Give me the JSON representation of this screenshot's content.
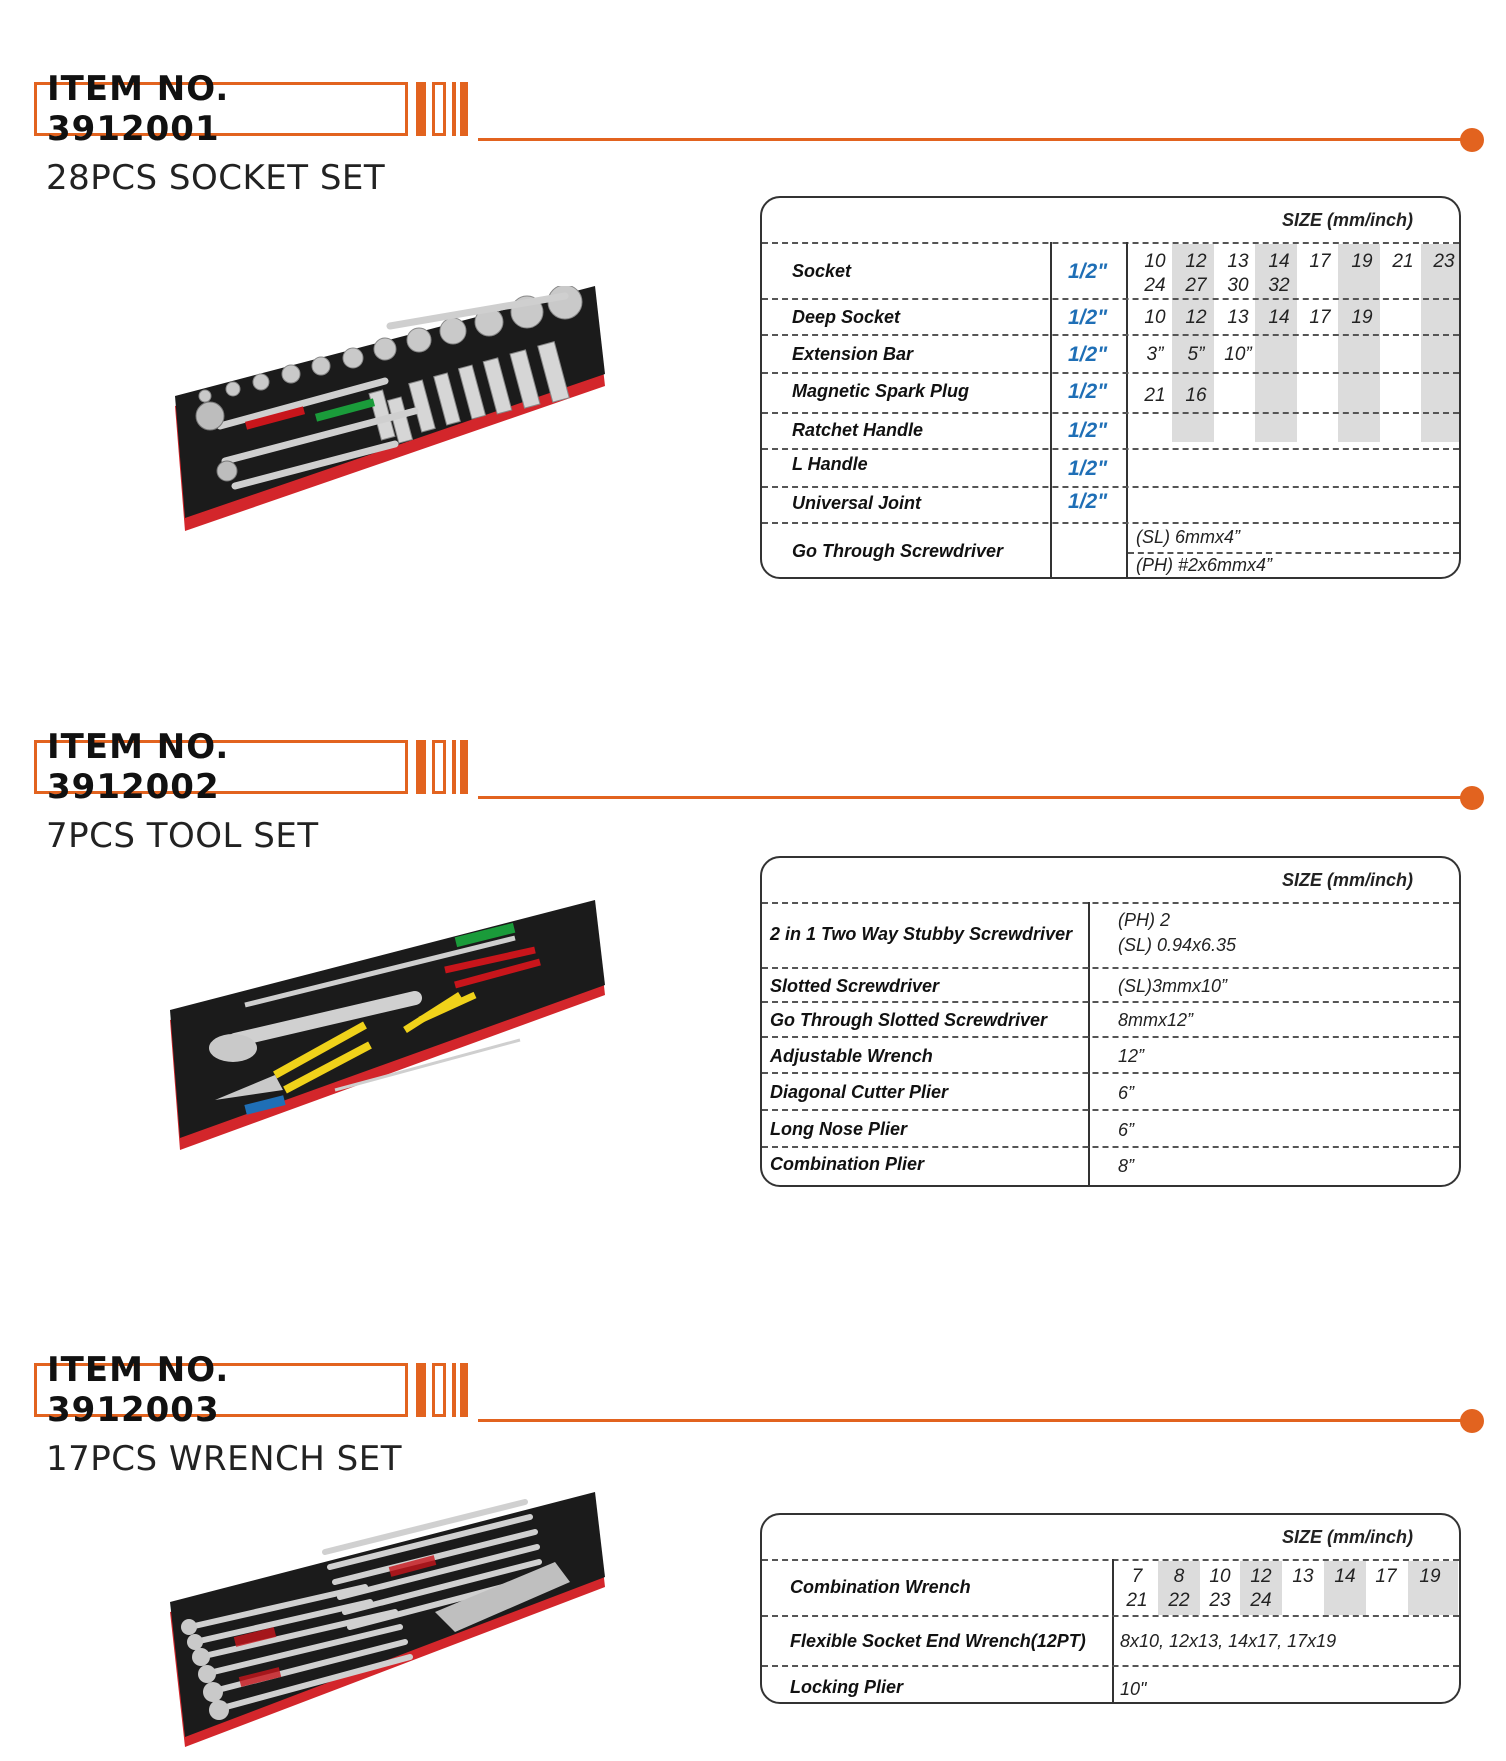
{
  "sections": [
    {
      "item_no": "ITEM NO. 3912001",
      "title": "28PCS SOCKET SET",
      "size_header": "SIZE (mm/inch)",
      "rows": [
        {
          "label": "Socket",
          "drive": "1/2\""
        },
        {
          "label": "Deep Socket",
          "drive": "1/2\""
        },
        {
          "label": "Extension Bar",
          "drive": "1/2\""
        },
        {
          "label": "Magnetic Spark Plug",
          "drive": "1/2\""
        },
        {
          "label": "Ratchet Handle",
          "drive": "1/2\""
        },
        {
          "label": "L Handle",
          "drive": "1/2\""
        },
        {
          "label": "Universal Joint",
          "drive": "1/2\""
        },
        {
          "label": "Go Through Screwdriver",
          "drive": ""
        }
      ],
      "socket_row1": [
        "10",
        "12",
        "13",
        "14",
        "17",
        "19",
        "21",
        "23"
      ],
      "socket_row2": [
        "24",
        "27",
        "30",
        "32"
      ],
      "deep_socket": [
        "10",
        "12",
        "13",
        "14",
        "17",
        "19"
      ],
      "extension_bar": [
        "3”",
        "5”",
        "10”"
      ],
      "spark_plug": [
        "21",
        "16"
      ],
      "screwdriver_sl": "(SL) 6mmx4”",
      "screwdriver_ph": "(PH) #2x6mmx4”"
    },
    {
      "item_no": "ITEM NO. 3912002",
      "title": "7PCS TOOL SET",
      "size_header": "SIZE (mm/inch)",
      "rows": [
        {
          "label": "2 in 1 Two Way Stubby Screwdriver",
          "value": "(PH) 2",
          "value2": "(SL) 0.94x6.35"
        },
        {
          "label": "Slotted Screwdriver",
          "value": "(SL)3mmx10”"
        },
        {
          "label": "Go Through Slotted Screwdriver",
          "value": "8mmx12”"
        },
        {
          "label": "Adjustable Wrench",
          "value": "12”"
        },
        {
          "label": "Diagonal Cutter Plier",
          "value": "6”"
        },
        {
          "label": "Long Nose Plier",
          "value": "6”"
        },
        {
          "label": "Combination Plier",
          "value": "8”"
        }
      ]
    },
    {
      "item_no": "ITEM NO. 3912003",
      "title": "17PCS WRENCH SET",
      "size_header": "SIZE (mm/inch)",
      "rows": [
        {
          "label": "Combination Wrench"
        },
        {
          "label": "Flexible  Socket End Wrench(12PT)",
          "value": "8x10, 12x13, 14x17, 17x19"
        },
        {
          "label": "Locking Plier",
          "value": "10\""
        }
      ],
      "wrench_row1": [
        "7",
        "8",
        "10",
        "12",
        "13",
        "14",
        "17",
        "19"
      ],
      "wrench_row2": [
        "21",
        "22",
        "23",
        "24"
      ]
    }
  ],
  "colors": {
    "accent": "#e2631f",
    "drive_blue": "#1f6fb6",
    "tray_black": "#1b1b1b",
    "tray_red": "#d3262b"
  }
}
